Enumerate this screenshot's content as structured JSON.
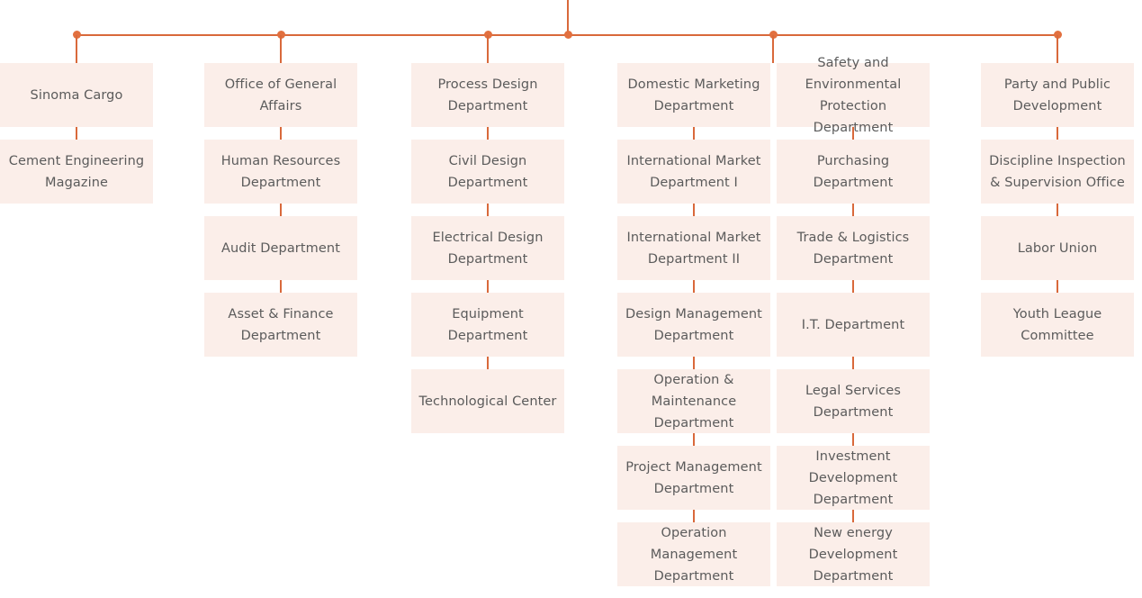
{
  "chart": {
    "type": "org-chart",
    "accent_color": "#d9693b",
    "dot_color": "#e2703f",
    "node_fill": "#fbeee9",
    "node_text_color": "#5b5b5b",
    "background": "#ffffff",
    "trunk": {
      "name": "top-connector-line",
      "has_center_riser": true
    },
    "columns": [
      {
        "id": "col-1",
        "has_trunk_dot": true,
        "has_stem": true,
        "nodes": [
          {
            "label": "Sinoma Cargo"
          },
          {
            "label": "Cement Engineering Magazine"
          }
        ]
      },
      {
        "id": "col-2",
        "has_trunk_dot": true,
        "has_stem": true,
        "nodes": [
          {
            "label": "Office of General Affairs"
          },
          {
            "label": "Human Resources Department"
          },
          {
            "label": "Audit Department"
          },
          {
            "label": "Asset & Finance Department"
          }
        ]
      },
      {
        "id": "col-3",
        "has_trunk_dot": true,
        "has_stem": true,
        "nodes": [
          {
            "label": "Process Design Department"
          },
          {
            "label": "Civil Design Department"
          },
          {
            "label": "Electrical Design Department"
          },
          {
            "label": "Equipment Department"
          },
          {
            "label": "Technological Center"
          }
        ]
      },
      {
        "id": "col-4",
        "has_trunk_dot": false,
        "has_stem": false,
        "nodes": [
          {
            "label": "Domestic Marketing Department"
          },
          {
            "label": "International Market Department I"
          },
          {
            "label": "International Market Department II"
          },
          {
            "label": "Design Management Department"
          },
          {
            "label": "Operation & Maintenance Department"
          },
          {
            "label": "Project Management Department"
          },
          {
            "label": "Operation Management Department"
          }
        ]
      },
      {
        "id": "col-5",
        "has_trunk_dot": true,
        "has_stem": true,
        "nodes": [
          {
            "label": "Safety and Environmental Protection Department"
          },
          {
            "label": "Purchasing Department"
          },
          {
            "label": "Trade & Logistics Department"
          },
          {
            "label": "I.T. Department"
          },
          {
            "label": "Legal Services Department"
          },
          {
            "label": "Investment Development Department"
          },
          {
            "label": "New energy Development Department"
          }
        ]
      },
      {
        "id": "col-6",
        "has_trunk_dot": true,
        "has_stem": true,
        "nodes": [
          {
            "label": "Party and Public Development"
          },
          {
            "label": "Discipline Inspection & Supervision Office"
          },
          {
            "label": "Labor Union"
          },
          {
            "label": "Youth League Committee"
          }
        ]
      }
    ]
  }
}
